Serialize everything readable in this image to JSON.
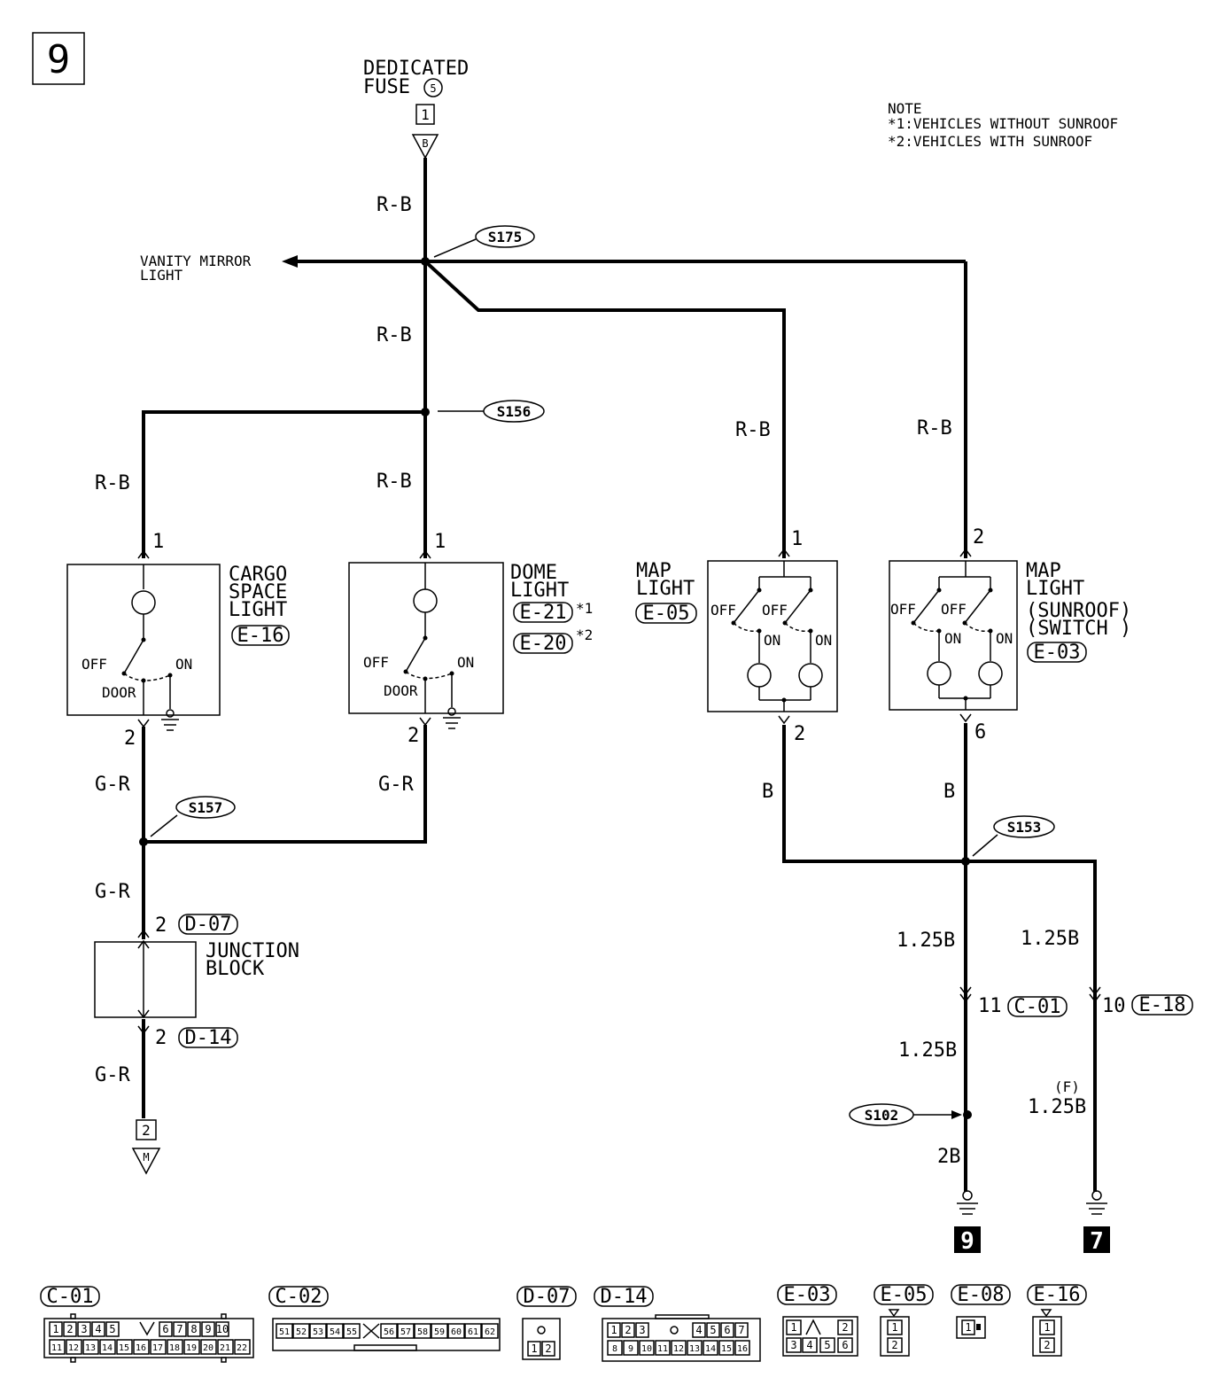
{
  "page_number": "9",
  "note": {
    "title": "NOTE",
    "line1": "*1:VEHICLES WITHOUT SUNROOF",
    "line2": "*2:VEHICLES WITH SUNROOF"
  },
  "fuse": {
    "line1": "DEDICATED",
    "line2": "FUSE",
    "num": "5",
    "terminal": "1",
    "connector": "B"
  },
  "vanity": {
    "line1": "VANITY MIRROR",
    "line2": "LIGHT"
  },
  "splices": {
    "s175": "S175",
    "s156": "S156",
    "s157": "S157",
    "s153": "S153",
    "s102": "S102"
  },
  "wires": {
    "rb": "R-B",
    "gr": "G-R",
    "b": "B",
    "b125": "1.25B",
    "b2": "2B",
    "f125": "1.25B",
    "f_mark": "(F)"
  },
  "cargo": {
    "line1": "CARGO",
    "line2": "SPACE",
    "line3": "LIGHT",
    "conn": "E-16",
    "pin_top": "1",
    "pin_bot": "2",
    "off": "OFF",
    "on": "ON",
    "door": "DOOR"
  },
  "dome": {
    "line1": "DOME",
    "line2": "LIGHT",
    "conn1": "E-21",
    "note1": "*1",
    "conn2": "E-20",
    "note2": "*2",
    "pin_top": "1",
    "pin_bot": "2",
    "off": "OFF",
    "on": "ON",
    "door": "DOOR"
  },
  "map1": {
    "line1": "MAP",
    "line2": "LIGHT",
    "conn": "E-05",
    "pin_top": "1",
    "pin_bot": "2",
    "off": "OFF",
    "on": "ON"
  },
  "map2": {
    "line1": "MAP",
    "line2": "LIGHT",
    "line3": "(SUNROOF)",
    "line4": "(SWITCH )",
    "conn": "E-03",
    "pin_top": "2",
    "pin_bot": "6",
    "off": "OFF",
    "on": "ON"
  },
  "junction": {
    "line1": "JUNCTION",
    "line2": "BLOCK",
    "pin_top": "2",
    "conn_top": "D-07",
    "pin_bot": "2",
    "conn_bot": "D-14"
  },
  "bottom_left": {
    "terminal": "2",
    "connector": "M"
  },
  "c01": {
    "pin": "11",
    "conn": "C-01"
  },
  "e18": {
    "pin": "10",
    "conn": "E-18"
  },
  "grounds": {
    "g1": "9",
    "g2": "7"
  },
  "connectors": [
    {
      "name": "C-01",
      "row1": [
        "1",
        "2",
        "3",
        "4",
        "5",
        "",
        "6",
        "7",
        "8",
        "9",
        "10"
      ],
      "row2": [
        "11",
        "12",
        "13",
        "14",
        "15",
        "16",
        "17",
        "18",
        "19",
        "20",
        "21",
        "22"
      ]
    },
    {
      "name": "C-02",
      "row1": [
        "51",
        "52",
        "53",
        "54",
        "55",
        "",
        "56",
        "57",
        "58",
        "59",
        "60",
        "61",
        "62"
      ]
    },
    {
      "name": "D-07",
      "row1": [
        "1",
        "2"
      ]
    },
    {
      "name": "D-14",
      "row1": [
        "1",
        "2",
        "3",
        "4",
        "5",
        "6",
        "7"
      ],
      "row2": [
        "8",
        "9",
        "10",
        "11",
        "12",
        "13",
        "14",
        "15",
        "16"
      ]
    },
    {
      "name": "E-03",
      "row1": [
        "1",
        "2"
      ],
      "row2": [
        "3",
        "4",
        "5",
        "6"
      ]
    },
    {
      "name": "E-05",
      "row1": [
        "1",
        "2"
      ]
    },
    {
      "name": "E-08",
      "row1": [
        "1"
      ]
    },
    {
      "name": "E-16",
      "row1": [
        "1",
        "2"
      ]
    }
  ]
}
